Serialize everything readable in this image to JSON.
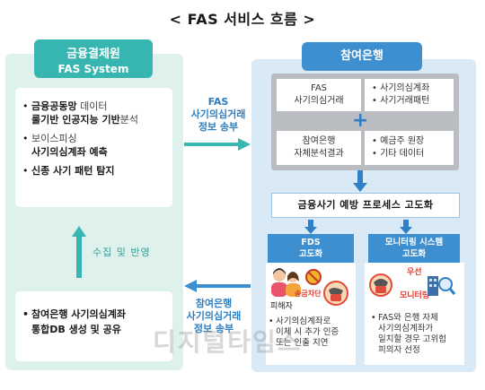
{
  "title": "< FAS 서비스 흐름 >",
  "left": {
    "header_line1": "금융결제원",
    "header_line2": "FAS System",
    "items": [
      {
        "line1_strong": "금융공동망",
        "line1_light": " 데이터",
        "line2_strong": "룰기반 인공지능 기반",
        "line2_light": "분석"
      },
      {
        "line1_strong": "",
        "line1_light": "보이스피싱",
        "line2_strong": "사기의심계좌 예측",
        "line2_light": ""
      },
      {
        "line1_strong": "신종 사기 패턴 탐지",
        "line1_light": "",
        "line2_strong": "",
        "line2_light": ""
      }
    ],
    "bottom_line1": "참여은행 사기의심계좌",
    "bottom_line2": "통합DB 생성 및 공유",
    "up_label": "수집 및 반영"
  },
  "arrows": {
    "right_label": [
      "FAS",
      "사기의심거래",
      "정보 송부"
    ],
    "left_label": [
      "참여은행",
      "사기의심거래",
      "정보 송부"
    ]
  },
  "right": {
    "header": "참여은행",
    "fas_box": [
      "FAS",
      "사기의심거래"
    ],
    "fas_list": [
      "사기의심계좌",
      "사기거래패턴"
    ],
    "bank_box": [
      "참여은행",
      "자체분석결과"
    ],
    "bank_list": [
      "예금주 원장",
      "기타 데이터"
    ],
    "plus": "+",
    "process": "금융사기 예방 프로세스 고도화",
    "fds": {
      "header": [
        "FDS",
        "고도화"
      ],
      "victim": "피해자",
      "block": "송금차단",
      "notes": [
        "사기의심계좌로",
        "이체 시 추가 인증",
        "또는 인출 지연"
      ]
    },
    "monitor": {
      "header": [
        "모니터링 시스템",
        "고도화"
      ],
      "priority": "우선",
      "monitoring": "모니터링",
      "notes": [
        "FAS와 은행 자체",
        "사기의심계좌가",
        "일치할 경우 고위험",
        "피의자 선정"
      ]
    }
  },
  "watermark": "디지털타임스",
  "colors": {
    "teal": "#37b6b1",
    "blue": "#3e8fd0",
    "left_bg": "#dff1ec",
    "right_bg": "#d9e9f6"
  }
}
